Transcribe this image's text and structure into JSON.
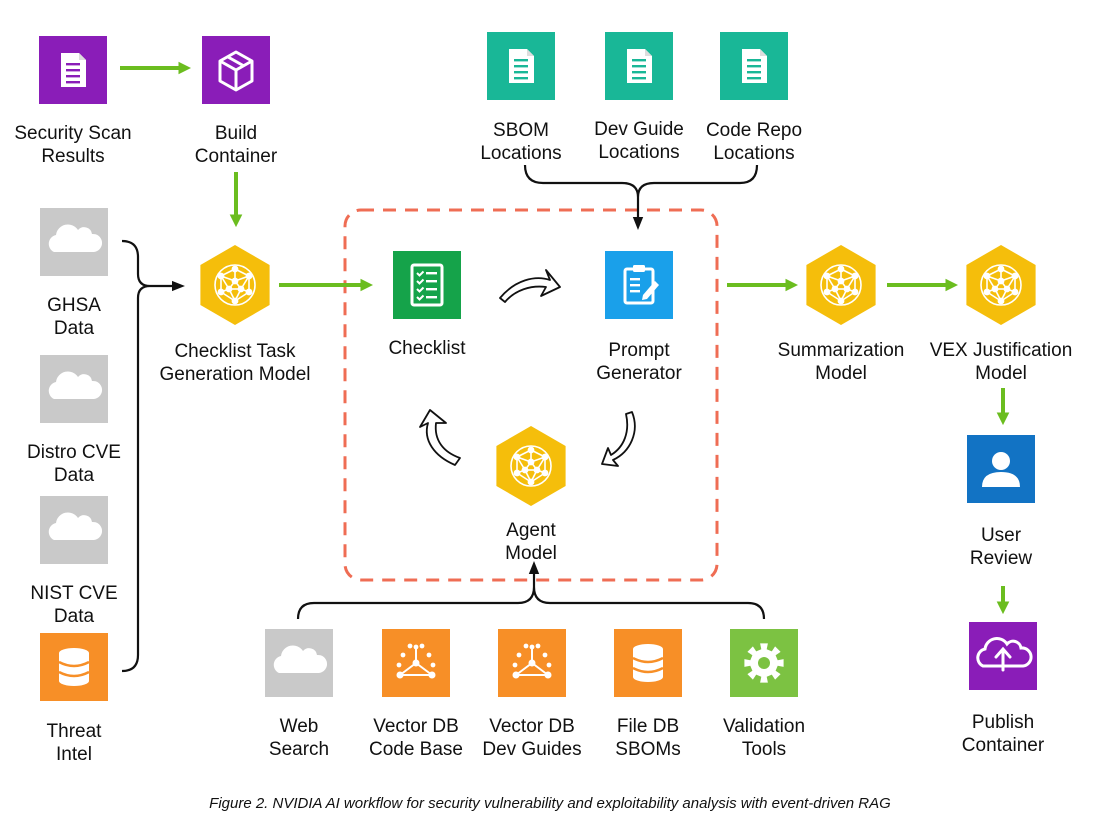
{
  "colors": {
    "purple": "#8a1db8",
    "teal": "#19b797",
    "gray": "#c9c9c9",
    "yellow": "#f5be0b",
    "green": "#15a34a",
    "blue": "#1aa0ea",
    "orange": "#f78f27",
    "lime": "#7cc242",
    "darkblue": "#1273c4",
    "arrow_green": "#6bbd1f",
    "dashed_red": "#ef6d54"
  },
  "nodes": {
    "security_scan": {
      "label": [
        "Security Scan",
        "Results"
      ],
      "icon": "document-icon"
    },
    "build_container": {
      "label": [
        "Build",
        "Container"
      ],
      "icon": "box-icon"
    },
    "sbom_locations": {
      "label": [
        "SBOM",
        "Locations"
      ],
      "icon": "document-icon"
    },
    "devguide_locations": {
      "label": [
        "Dev Guide",
        "Locations"
      ],
      "icon": "document-icon"
    },
    "coderepo_locations": {
      "label": [
        "Code Repo",
        "Locations"
      ],
      "icon": "document-icon"
    },
    "ghsa": {
      "label": [
        "GHSA",
        "Data"
      ],
      "icon": "cloud-icon"
    },
    "distro_cve": {
      "label": [
        "Distro CVE",
        "Data"
      ],
      "icon": "cloud-icon"
    },
    "nist_cve": {
      "label": [
        "NIST CVE",
        "Data"
      ],
      "icon": "cloud-icon"
    },
    "threat_intel": {
      "label": [
        "Threat",
        "Intel"
      ],
      "icon": "database-icon"
    },
    "checklist_task_model": {
      "label": [
        "Checklist Task",
        "Generation Model"
      ],
      "icon": "neural-network-icon"
    },
    "checklist": {
      "label": [
        "Checklist"
      ],
      "icon": "checklist-icon"
    },
    "prompt_generator": {
      "label": [
        "Prompt",
        "Generator"
      ],
      "icon": "clipboard-pencil-icon"
    },
    "agent_model": {
      "label": [
        "Agent",
        "Model"
      ],
      "icon": "neural-network-icon"
    },
    "summarization_model": {
      "label": [
        "Summarization",
        "Model"
      ],
      "icon": "neural-network-icon"
    },
    "vex_model": {
      "label": [
        "VEX Justification",
        "Model"
      ],
      "icon": "neural-network-icon"
    },
    "user_review": {
      "label": [
        "User",
        "Review"
      ],
      "icon": "user-icon"
    },
    "publish_container": {
      "label": [
        "Publish",
        "Container"
      ],
      "icon": "cloud-upload-icon"
    },
    "web_search": {
      "label": [
        "Web",
        "Search"
      ],
      "icon": "cloud-icon"
    },
    "vectordb_code": {
      "label": [
        "Vector DB",
        "Code Base"
      ],
      "icon": "vector-db-icon"
    },
    "vectordb_dev": {
      "label": [
        "Vector DB",
        "Dev Guides"
      ],
      "icon": "vector-db-icon"
    },
    "filedb_sboms": {
      "label": [
        "File DB",
        "SBOMs"
      ],
      "icon": "database-icon"
    },
    "validation_tools": {
      "label": [
        "Validation",
        "Tools"
      ],
      "icon": "gear-icon"
    }
  },
  "caption": "Figure 2. NVIDIA AI workflow for security vulnerability and exploitability analysis with event-driven RAG"
}
